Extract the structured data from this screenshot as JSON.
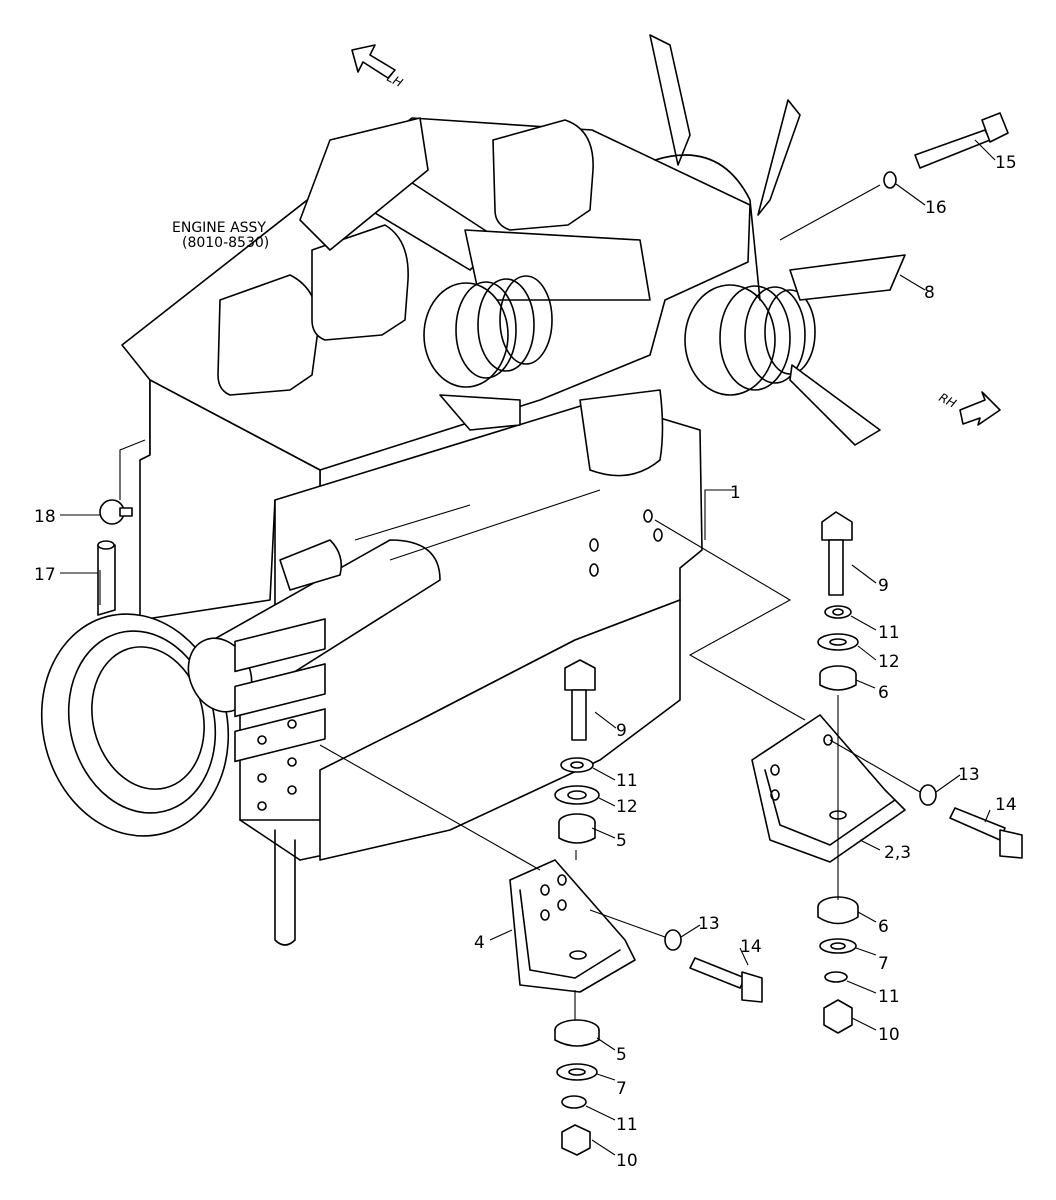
{
  "assembly": {
    "title": "ENGINE ASSY",
    "serial_range": "(8010-8530)"
  },
  "directions": {
    "left": "LH",
    "right": "RH"
  },
  "callouts": [
    {
      "id": "c1",
      "label": "1"
    },
    {
      "id": "c23",
      "label": "2,3"
    },
    {
      "id": "c4",
      "label": "4"
    },
    {
      "id": "c5a",
      "label": "5"
    },
    {
      "id": "c5b",
      "label": "5"
    },
    {
      "id": "c6a",
      "label": "6"
    },
    {
      "id": "c6b",
      "label": "6"
    },
    {
      "id": "c7a",
      "label": "7"
    },
    {
      "id": "c7b",
      "label": "7"
    },
    {
      "id": "c8",
      "label": "8"
    },
    {
      "id": "c9a",
      "label": "9"
    },
    {
      "id": "c9b",
      "label": "9"
    },
    {
      "id": "c10a",
      "label": "10"
    },
    {
      "id": "c10b",
      "label": "10"
    },
    {
      "id": "c11a",
      "label": "11"
    },
    {
      "id": "c11b",
      "label": "11"
    },
    {
      "id": "c11c",
      "label": "11"
    },
    {
      "id": "c11d",
      "label": "11"
    },
    {
      "id": "c12a",
      "label": "12"
    },
    {
      "id": "c12b",
      "label": "12"
    },
    {
      "id": "c13a",
      "label": "13"
    },
    {
      "id": "c13b",
      "label": "13"
    },
    {
      "id": "c14a",
      "label": "14"
    },
    {
      "id": "c14b",
      "label": "14"
    },
    {
      "id": "c15",
      "label": "15"
    },
    {
      "id": "c16",
      "label": "16"
    },
    {
      "id": "c17",
      "label": "17"
    },
    {
      "id": "c18",
      "label": "18"
    }
  ]
}
